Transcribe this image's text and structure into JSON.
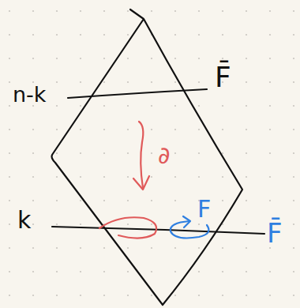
{
  "diagram": {
    "labels": [
      "n-k",
      "F̄",
      "∂",
      "k",
      "F",
      "F̄"
    ]
  }
}
